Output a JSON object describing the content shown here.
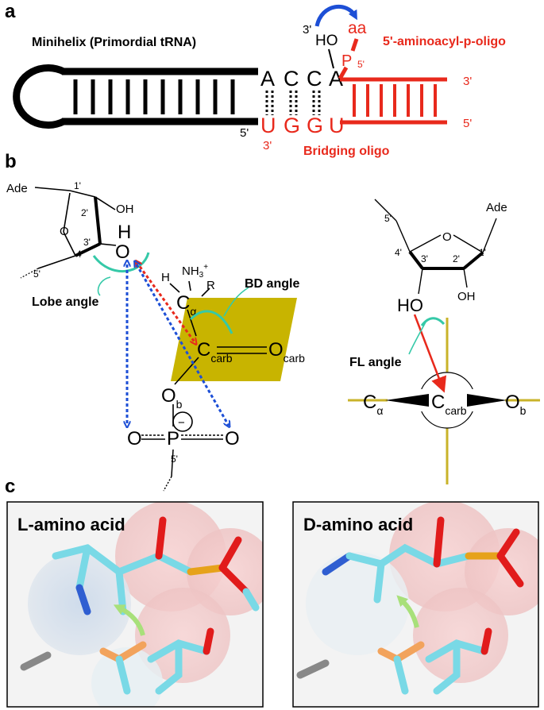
{
  "panel_a": {
    "letter": "a",
    "minihelix_label": "Minihelix (Primordial tRNA)",
    "top_bases": [
      "A",
      "C",
      "C",
      "A"
    ],
    "bottom_bases": [
      "U",
      "G",
      "G",
      "U"
    ],
    "top_prime": "3'",
    "bottom_prime_black": "5'",
    "bottom_prime_red": "3'",
    "ho_label": "HO",
    "aa_label": "aa",
    "p_label": "P",
    "p_prime": "5'",
    "aminoacyl_label": "5'-aminoacyl-p-oligo",
    "oligo_top_prime": "3'",
    "oligo_bottom_prime": "5'",
    "bridging_label": "Bridging oligo"
  },
  "panel_b": {
    "letter": "b",
    "ade_left": "Ade",
    "oh_left": "OH",
    "h_left": "H",
    "o_left": "O",
    "ring_o_left": "O",
    "primes_left": [
      "1'",
      "2'",
      "3'",
      "4'",
      "5'"
    ],
    "h_alpha": "H",
    "nh3": "NH",
    "nh3_sub": "3",
    "nh3_sup": "+",
    "r_label": "R",
    "c_alpha": "C",
    "c_alpha_sub": "α",
    "c_carb": "C",
    "c_carb_sub": "carb",
    "o_carb": "O",
    "o_carb_sub": "carb",
    "o_b": "O",
    "o_b_sub": "b",
    "p_atom": "P",
    "p_prime": "5'",
    "o_left_p": "O",
    "o_right_p": "O",
    "minus": "−",
    "lobe_angle": "Lobe angle",
    "bd_angle": "BD angle",
    "ade_right": "Ade",
    "primes_right": [
      "5'",
      "4'",
      "3'",
      "2'",
      "1'"
    ],
    "ring_o_right": "O",
    "ho_right": "HO",
    "oh_right": "OH",
    "fl_angle": "FL angle",
    "c_alpha_r": "C",
    "c_alpha_r_sub": "α",
    "c_carb_r": "C",
    "c_carb_r_sub": "carb",
    "o_b_r": "O",
    "o_b_r_sub": "b"
  },
  "panel_c": {
    "letter": "c",
    "left_title": "L-amino acid",
    "right_title": "D-amino acid"
  },
  "colors": {
    "red": "#e8291c",
    "blue": "#1d4fd6",
    "teal": "#35c9a8",
    "olive_plane": "#c8b400",
    "axis_yellow": "#c9b32a"
  }
}
